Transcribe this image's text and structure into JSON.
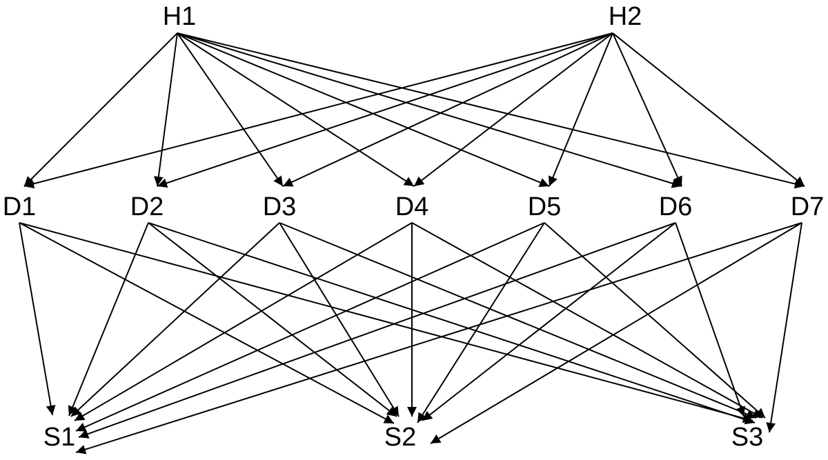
{
  "diagram": {
    "type": "directed-graph",
    "stroke_color": "#000000",
    "label_color": "#000000",
    "background": "#ffffff",
    "layers": [
      {
        "name": "top",
        "nodes": [
          "H1",
          "H2"
        ]
      },
      {
        "name": "middle",
        "nodes": [
          "D1",
          "D2",
          "D3",
          "D4",
          "D5",
          "D6",
          "D7"
        ]
      },
      {
        "name": "bottom",
        "nodes": [
          "S1",
          "S2",
          "S3"
        ]
      }
    ],
    "nodes": [
      {
        "id": "H1",
        "label": "H1"
      },
      {
        "id": "H2",
        "label": "H2"
      },
      {
        "id": "D1",
        "label": "D1"
      },
      {
        "id": "D2",
        "label": "D2"
      },
      {
        "id": "D3",
        "label": "D3"
      },
      {
        "id": "D4",
        "label": "D4"
      },
      {
        "id": "D5",
        "label": "D5"
      },
      {
        "id": "D6",
        "label": "D6"
      },
      {
        "id": "D7",
        "label": "D7"
      },
      {
        "id": "S1",
        "label": "S1"
      },
      {
        "id": "S2",
        "label": "S2"
      },
      {
        "id": "S3",
        "label": "S3"
      }
    ],
    "edges": [
      [
        "H1",
        "D1"
      ],
      [
        "H1",
        "D2"
      ],
      [
        "H1",
        "D3"
      ],
      [
        "H1",
        "D4"
      ],
      [
        "H1",
        "D5"
      ],
      [
        "H1",
        "D6"
      ],
      [
        "H1",
        "D7"
      ],
      [
        "H2",
        "D1"
      ],
      [
        "H2",
        "D2"
      ],
      [
        "H2",
        "D3"
      ],
      [
        "H2",
        "D4"
      ],
      [
        "H2",
        "D5"
      ],
      [
        "H2",
        "D6"
      ],
      [
        "H2",
        "D7"
      ],
      [
        "D1",
        "S1"
      ],
      [
        "D1",
        "S2"
      ],
      [
        "D1",
        "S3"
      ],
      [
        "D2",
        "S1"
      ],
      [
        "D2",
        "S2"
      ],
      [
        "D2",
        "S3"
      ],
      [
        "D3",
        "S1"
      ],
      [
        "D3",
        "S2"
      ],
      [
        "D3",
        "S3"
      ],
      [
        "D4",
        "S1"
      ],
      [
        "D4",
        "S2"
      ],
      [
        "D4",
        "S3"
      ],
      [
        "D5",
        "S1"
      ],
      [
        "D5",
        "S2"
      ],
      [
        "D5",
        "S3"
      ],
      [
        "D6",
        "S1"
      ],
      [
        "D6",
        "S2"
      ],
      [
        "D6",
        "S3"
      ],
      [
        "D7",
        "S1"
      ],
      [
        "D7",
        "S2"
      ],
      [
        "D7",
        "S3"
      ]
    ]
  }
}
